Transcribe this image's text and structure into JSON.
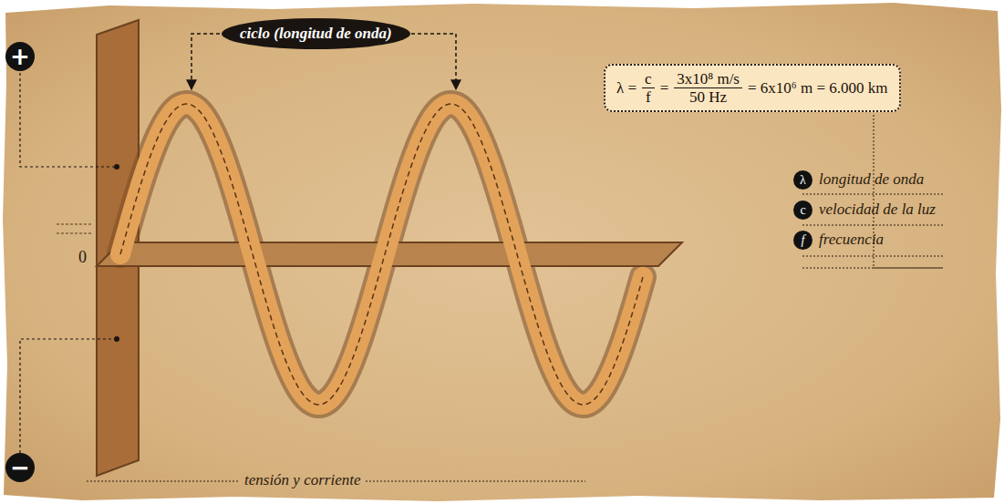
{
  "diagram": {
    "nodes": [
      {
        "text": [
          "ciclo (longitud de onda)"
        ]
      },
      {
        "text": [
          "λ =",
          "c",
          "f",
          "=",
          "3x10⁸ m/s",
          "50 Hz",
          "= 6x10⁶ m = 6.000 km"
        ]
      },
      {
        "text": [
          "λ"
        ]
      },
      {
        "text": [
          "c"
        ]
      },
      {
        "text": [
          "f"
        ]
      },
      {
        "text": [
          "+"
        ]
      },
      {
        "text": [
          "−"
        ]
      }
    ],
    "labels": [
      "longitud de onda",
      "velocidad de la luz",
      "frecuencia",
      "0",
      "tensión y corriente"
    ]
  }
}
